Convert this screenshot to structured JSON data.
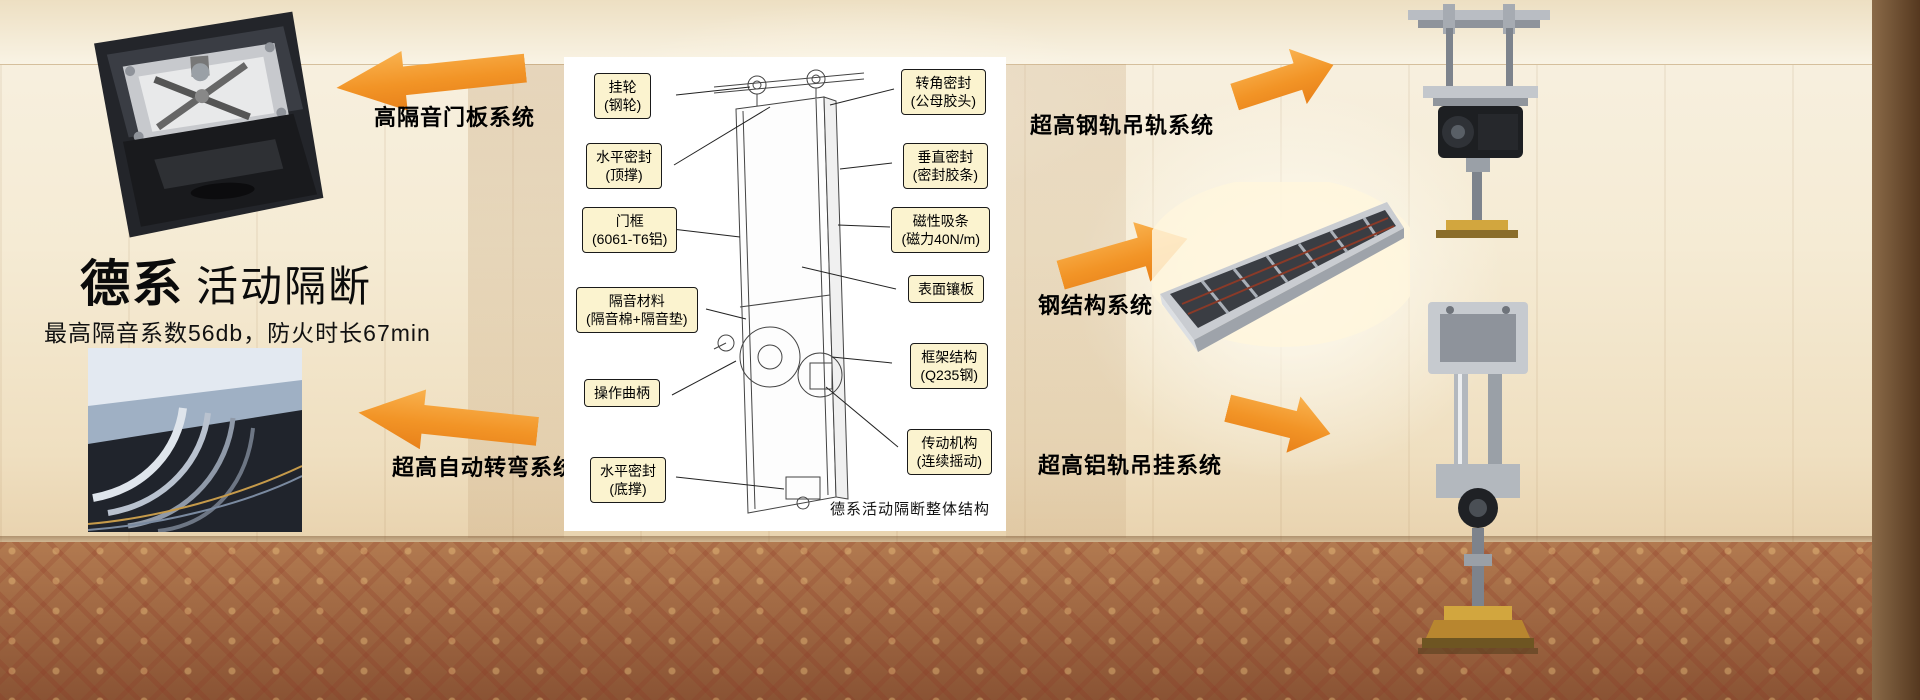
{
  "title": {
    "brand": "德系",
    "name": "活动隔断",
    "subtitle": "最高隔音系数56db，防火时长67min"
  },
  "arrows": {
    "left_top": "高隔音门板系统",
    "left_bottom": "超高自动转弯系统",
    "right_top": "超高钢轨吊轨系统",
    "right_middle": "钢结构系统",
    "right_bottom": "超高铝轨吊挂系统"
  },
  "diagram": {
    "caption": "德系活动隔断整体结构",
    "labels_left": [
      "挂轮\n(钢轮)",
      "水平密封\n(顶撑)",
      "门框\n(6061-T6铝)",
      "隔音材料\n(隔音棉+隔音垫)",
      "操作曲柄",
      "水平密封\n(底撑)"
    ],
    "labels_right": [
      "转角密封\n(公母胶头)",
      "垂直密封\n(密封胶条)",
      "磁性吸条\n(磁力40N/m)",
      "表面镶板",
      "框架结构\n(Q235钢)",
      "传动机构\n(连续摇动)"
    ]
  },
  "colors": {
    "accent_orange": "#F29426",
    "callout_yellow": "#FBF3CF"
  },
  "images": {
    "top_left": "door-top-track-mechanism-photo",
    "bottom_left": "curved-aluminum-track-photo",
    "right_top": "steel-rail-hanger-photo",
    "right_middle": "steel-structure-frame-photo",
    "right_bottom": "aluminum-rail-hanger-photo"
  }
}
